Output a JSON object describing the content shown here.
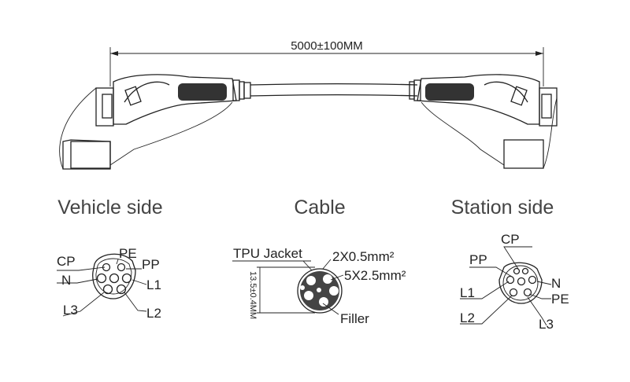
{
  "dimension": {
    "length_label": "5000±100MM"
  },
  "titles": {
    "vehicle": "Vehicle side",
    "cable": "Cable",
    "station": "Station side"
  },
  "vehicle_pins": {
    "cp": "CP",
    "pe": "PE",
    "pp": "PP",
    "n": "N",
    "l1": "L1",
    "l3": "L3",
    "l2": "L2"
  },
  "cable_section": {
    "jacket": "TPU Jacket",
    "signal_cores": "2X0.5mm²",
    "power_cores": "5X2.5mm²",
    "filler": "Filler",
    "diameter": "13.5±0.4MM"
  },
  "station_pins": {
    "cp": "CP",
    "pp": "PP",
    "n": "N",
    "l1": "L1",
    "pe": "PE",
    "l2": "L2",
    "l3": "L3"
  },
  "colors": {
    "line": "#222222",
    "grip": "#333333",
    "title": "#444444"
  }
}
